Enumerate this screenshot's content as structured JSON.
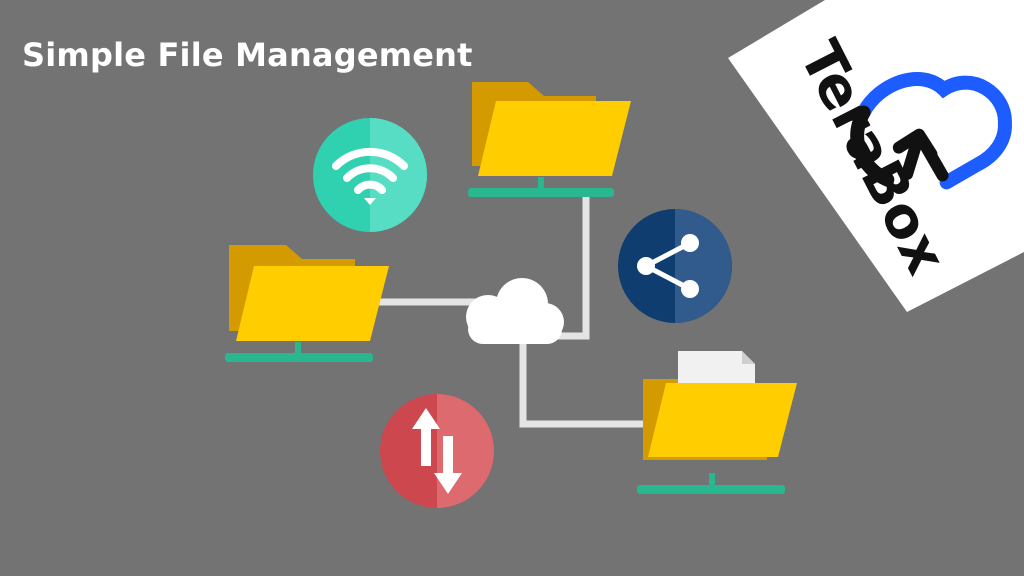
{
  "header": {
    "title": "Simple File Management"
  },
  "brand": {
    "name": "TeraBox",
    "logo_blue": "#1d5cff",
    "logo_dark": "#111111"
  },
  "diagram": {
    "nodes": [
      {
        "kind": "folder",
        "label": ""
      },
      {
        "kind": "folder",
        "label": ""
      },
      {
        "kind": "folder-with-document",
        "label": ""
      },
      {
        "kind": "cloud",
        "label": ""
      }
    ],
    "badges": [
      {
        "icon": "wifi-icon",
        "color": "#2fd1b1"
      },
      {
        "icon": "share-icon",
        "color": "#0f3d70"
      },
      {
        "icon": "transfer-arrows-icon",
        "color": "#d24f55"
      }
    ],
    "colors": {
      "folder_front": "#ffcd00",
      "folder_back": "#d39b00",
      "stand": "#28b78e",
      "connector": "#e4e4e4",
      "background": "#737373"
    }
  }
}
